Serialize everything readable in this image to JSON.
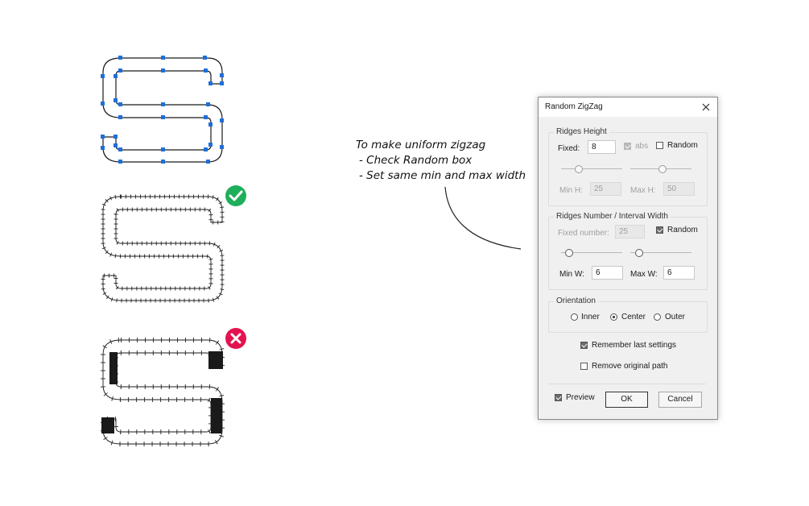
{
  "annotation": {
    "lines": [
      "To make uniform zigzag",
      "- Check Random box",
      "- Set same min and max width"
    ]
  },
  "status_icons": {
    "ok_color": "#1fae5b",
    "error_color": "#e4134f"
  },
  "dialog": {
    "title": "Random ZigZag",
    "close_icon": "close-icon",
    "ridges_height": {
      "legend": "Ridges Height",
      "fixed_label": "Fixed:",
      "fixed_value": "8",
      "abs_label": "abs",
      "abs_checked": true,
      "random_label": "Random",
      "random_checked": false,
      "min_h_label": "Min H:",
      "min_h_value": "25",
      "max_h_label": "Max H:",
      "max_h_value": "50"
    },
    "ridges_number": {
      "legend": "Ridges Number / Interval Width",
      "fixed_number_label": "Fixed number:",
      "fixed_number_value": "25",
      "random_label": "Random",
      "random_checked": true,
      "min_w_label": "Min W:",
      "min_w_value": "6",
      "max_w_label": "Max W:",
      "max_w_value": "6"
    },
    "orientation": {
      "legend": "Orientation",
      "options": [
        "Inner",
        "Center",
        "Outer"
      ],
      "selected": "Center"
    },
    "remember_label": "Remember last settings",
    "remember_checked": true,
    "remove_label": "Remove original path",
    "remove_checked": false,
    "preview_label": "Preview",
    "preview_checked": true,
    "ok_label": "OK",
    "cancel_label": "Cancel"
  }
}
